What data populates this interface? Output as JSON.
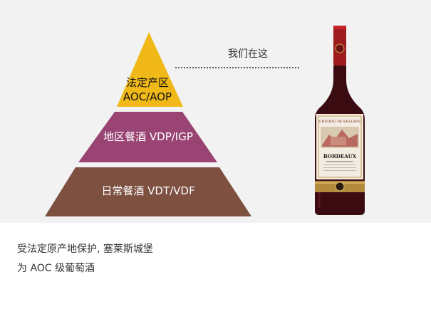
{
  "pyramid": {
    "tiers": [
      {
        "line1": "法定产区",
        "line2": "AOC/AOP",
        "color": "#f0b918"
      },
      {
        "label": "地区餐酒 VDP/IGP",
        "color": "#9a4474"
      },
      {
        "label": "日常餐酒 VDT/VDF",
        "color": "#7d5040"
      }
    ]
  },
  "pointer": {
    "text": "我们在这"
  },
  "caption": {
    "line1": "受法定原产地保护, 塞莱斯城堡",
    "line2": "为 AOC 级葡萄酒"
  },
  "bottle": {
    "label_title": "CHATEAU DE SAILLANS",
    "label_region": "BORDEAUX",
    "colors": {
      "glass": "#3a0b10",
      "capsule": "#9e1a1f",
      "label": "#f3ece0",
      "band": "#b48a3c"
    }
  }
}
